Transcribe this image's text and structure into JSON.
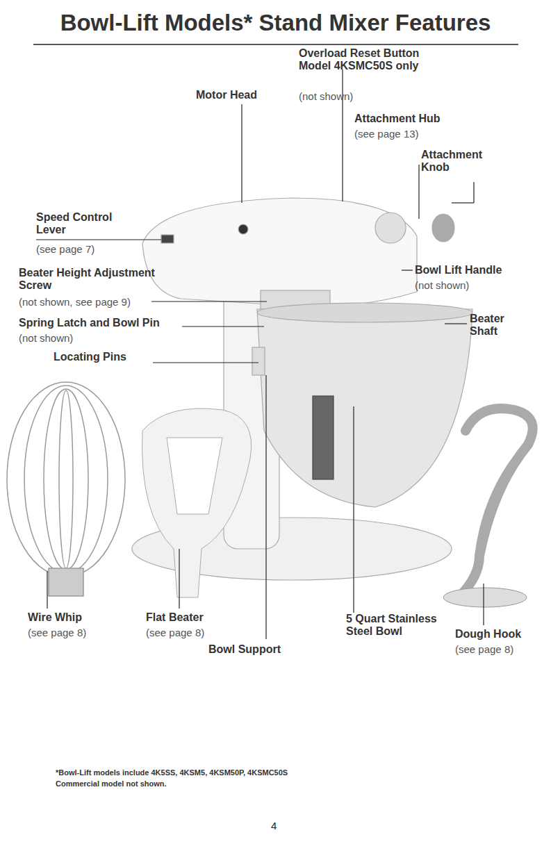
{
  "diagram": {
    "title": "Bowl-Lift Models* Stand Mixer Features",
    "caption": "*Bowl-Lift models include 4K5SS, 4KSM5, 4KSM50P, 4KSMC50S",
    "labels": [
      "Overload Reset Button Model 4KSMC50S only",
      "(not shown)",
      "Motor Head",
      "Attachment Hub",
      "(see page 13)",
      "Attachment Knob",
      "Speed Control Lever",
      "(see page 7)",
      "Beater Height Adjustment Screw",
      "(not shown, see page 9)",
      "Bowl Lift Handle",
      "(not shown)",
      "Spring Latch and Bowl Pin",
      "(not shown)",
      "Beater Shaft",
      "Locating Pins",
      "Wire Whip",
      "(see page 8)",
      "Flat Beater",
      "(see page 8)",
      "5 Quart Stainless Steel Bowl",
      "Bowl Support",
      "Dough Hook",
      "(see page 8)",
      "Commercial model not shown.",
      "4"
    ]
  }
}
